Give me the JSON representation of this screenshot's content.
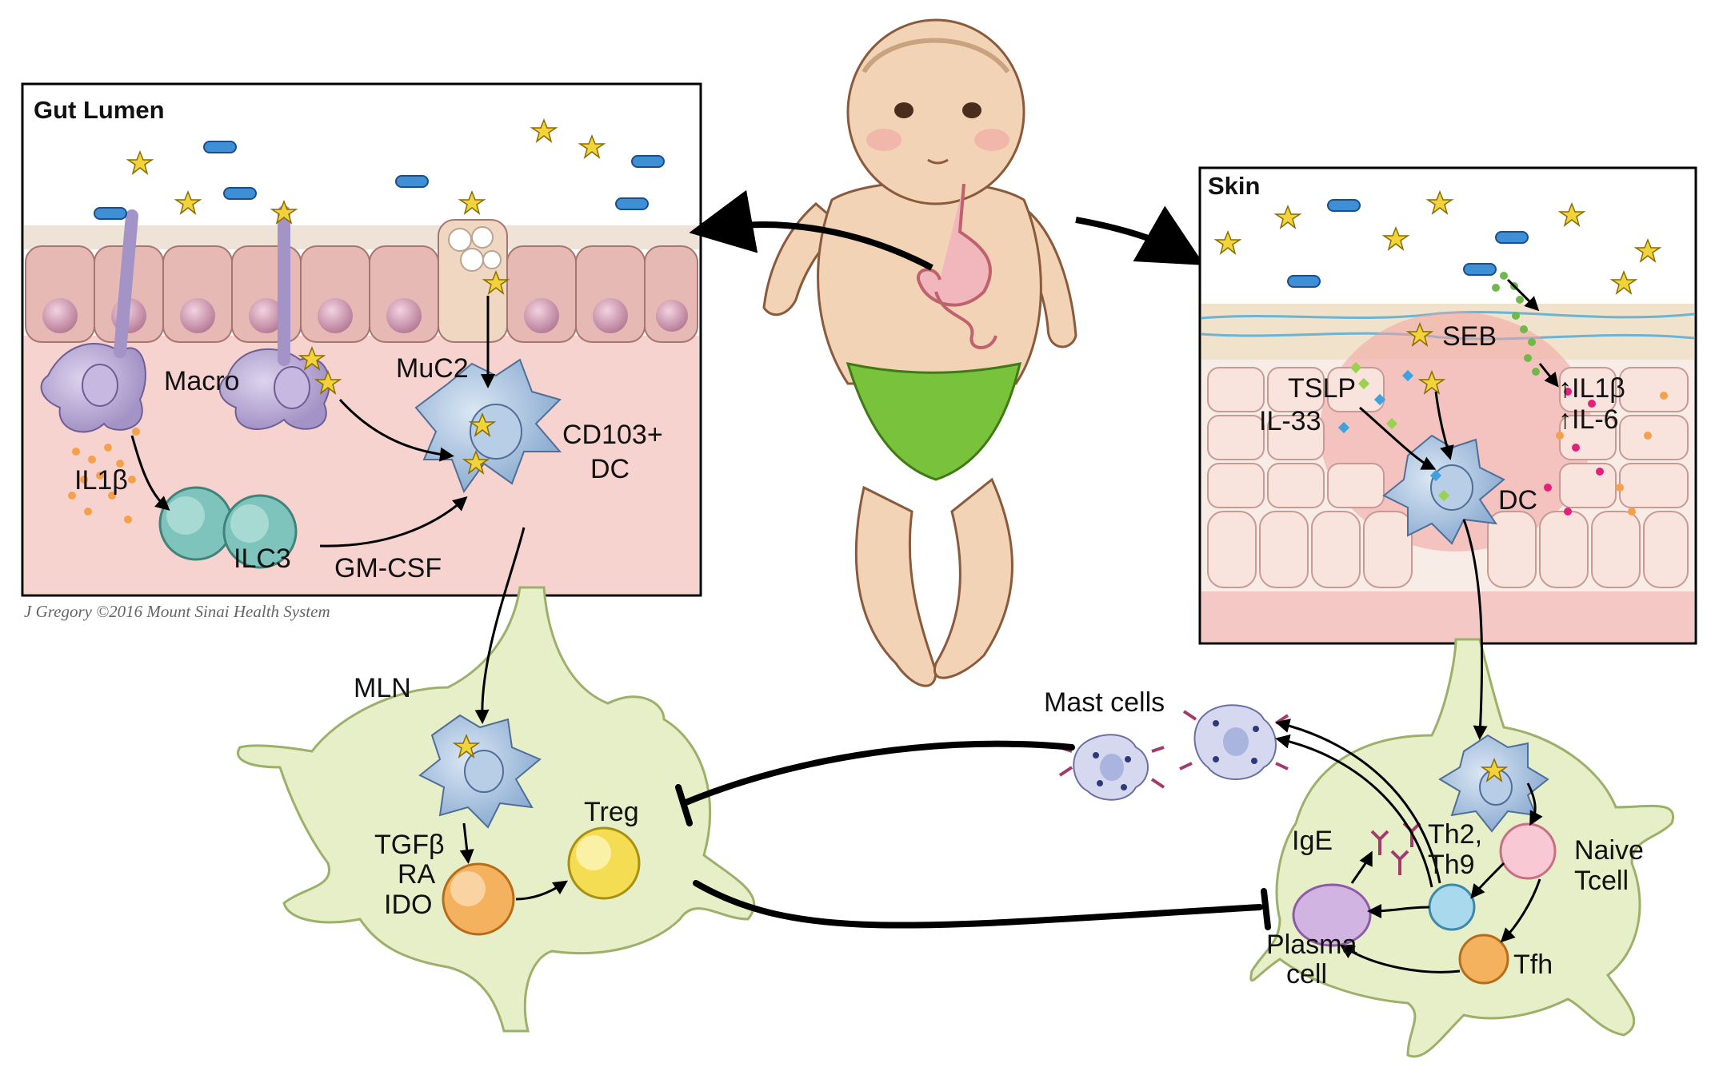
{
  "credit": "J Gregory ©2016 Mount Sinai Health System",
  "gut": {
    "title": "Gut Lumen",
    "labels": {
      "macro": "Macro",
      "muc2": "MuC2",
      "cd103_line1": "CD103+",
      "cd103_line2": "DC",
      "il1b": "IL1β",
      "ilc3": "ILC3",
      "gmcsf": "GM-CSF"
    }
  },
  "skin": {
    "title": "Skin",
    "labels": {
      "seb": "SEB",
      "tslp": "TSLP",
      "il33": "IL-33",
      "il1b": "↑IL1β",
      "il6": "↑IL-6",
      "dc": "DC"
    }
  },
  "mln": {
    "title": "MLN",
    "tgfb": "TGFβ",
    "ra": "RA",
    "ido": "IDO",
    "treg": "Treg"
  },
  "skin_node": {
    "mast_cells": "Mast cells",
    "ige": "IgE",
    "th2_line1": "Th2,",
    "th2_line2": "Th9",
    "naive_line1": "Naive",
    "naive_line2": "Tcell",
    "plasma_line1": "Plasma",
    "plasma_line2": "cell",
    "tfh": "Tfh"
  },
  "colors": {
    "tissue_pink": "#f6cfcc",
    "epithelium": "#e6b9b4",
    "dc_blue": "#a9c2dd",
    "macrophage": "#b9aad3",
    "ilc3": "#7fc4bc",
    "lymph_node": "#e7efc9",
    "treg_yellow": "#f4dd52",
    "orange_cell": "#f4b15e",
    "diaper": "#79c23b",
    "skin_tone": "#f2d3b5",
    "inhibition": "#000000"
  }
}
